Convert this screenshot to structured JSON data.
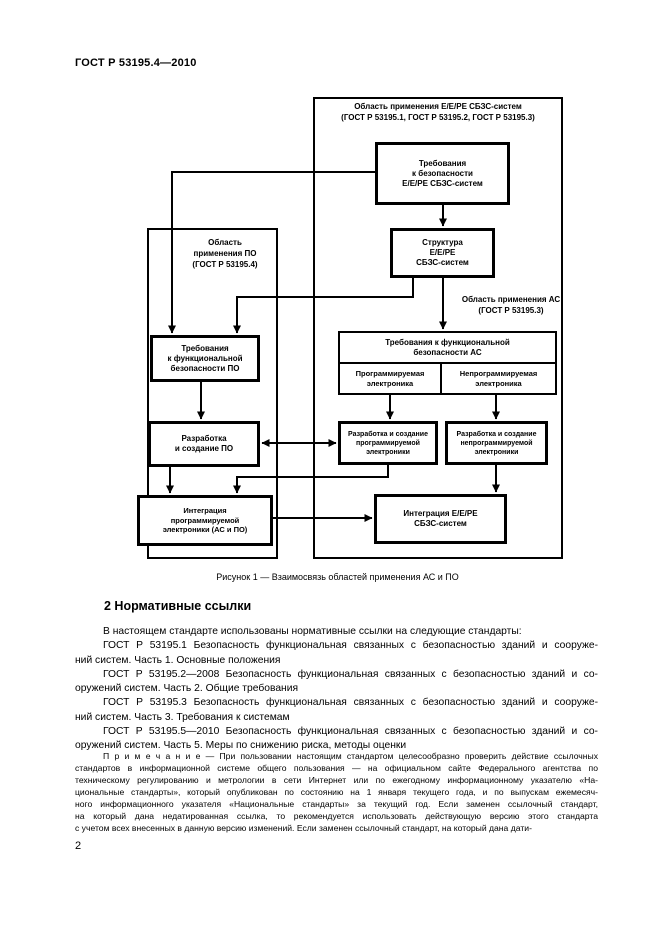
{
  "page": {
    "header": "ГОСТ Р 53195.4—2010",
    "page_number": "2"
  },
  "figure": {
    "caption": "Рисунок 1 — Взаимосвязь областей применения АС и ПО",
    "region_epe_label": [
      "Область применения Е/Е/РЕ СБЗС-систем",
      "(ГОСТ Р 53195.1, ГОСТ Р 53195.2, ГОСТ Р 53195.3)"
    ],
    "region_po_label": [
      "Область",
      "применения ПО",
      "(ГОСТ Р 53195.4)"
    ],
    "region_as_label": [
      "Область применения АС",
      "(ГОСТ Р 53195.3)"
    ],
    "boxes": {
      "req_epe": [
        "Требования",
        "к безопасности",
        "Е/Е/РЕ СБЗС-систем"
      ],
      "structure_epe": [
        "Структура",
        "Е/Е/РЕ",
        "СБЗС-систем"
      ],
      "req_po": [
        "Требования",
        "к функциональной",
        "безопасности ПО"
      ],
      "req_as_top": [
        "Требования к функциональной",
        "безопасности АС"
      ],
      "cell_pe": [
        "Программируемая",
        "электроника"
      ],
      "cell_npe": [
        "Непрограммируемая",
        "электроника"
      ],
      "dev_po": [
        "Разработка",
        "и создание ПО"
      ],
      "dev_pe": [
        "Разработка и создание",
        "программируемой",
        "электроники"
      ],
      "dev_npe": [
        "Разработка и создание",
        "непрограммируемой",
        "электроники"
      ],
      "int_po": [
        "Интеграция",
        "программируемой",
        "электроники (АС и ПО)"
      ],
      "int_epe": [
        "Интеграция Е/Е/РЕ",
        "СБЗС-систем"
      ]
    }
  },
  "section": {
    "heading": "2 Нормативные ссылки",
    "intro": "В настоящем стандарте использованы нормативные ссылки на следующие стандарты:",
    "refs": [
      {
        "l1": "ГОСТ Р 53195.1 Безопасность функциональная связанных с безопасностью зданий и сооруже-",
        "l2": "ний систем. Часть 1. Основные положения"
      },
      {
        "l1": "ГОСТ Р 53195.2—2008 Безопасность функциональная связанных с безопасностью зданий и со-",
        "l2": "оружений систем. Часть 2. Общие требования"
      },
      {
        "l1": "ГОСТ Р 53195.3 Безопасность функциональная связанных с безопасностью зданий и сооруже-",
        "l2": "ний систем. Часть 3. Требования к системам"
      },
      {
        "l1": "ГОСТ Р 53195.5—2010 Безопасность функциональная связанных с безопасностью зданий и со-",
        "l2": "оружений систем. Часть 5. Меры по снижению риска, методы оценки"
      }
    ],
    "note_lines": [
      "П р и м е ч а н и е — При пользовании настоящим стандартом целесообразно проверить действие ссылочных",
      "стандартов в информационной системе общего пользования — на официальном сайте Федерального агентства по",
      "техническому регулированию и метрологии в сети Интернет или по ежегодному информационному указателю «На-",
      "циональные стандарты», который опубликован по состоянию на 1 января текущего года, и по выпускам ежемесяч-",
      "ного информационного указателя «Национальные стандарты» за текущий год. Если заменен ссылочный стандарт,",
      "на который дана недатированная ссылка, то рекомендуется использовать действующую версию этого стандарта",
      "с учетом всех внесенных в данную версию изменений. Если заменен ссылочный стандарт, на который дана дати-"
    ]
  }
}
